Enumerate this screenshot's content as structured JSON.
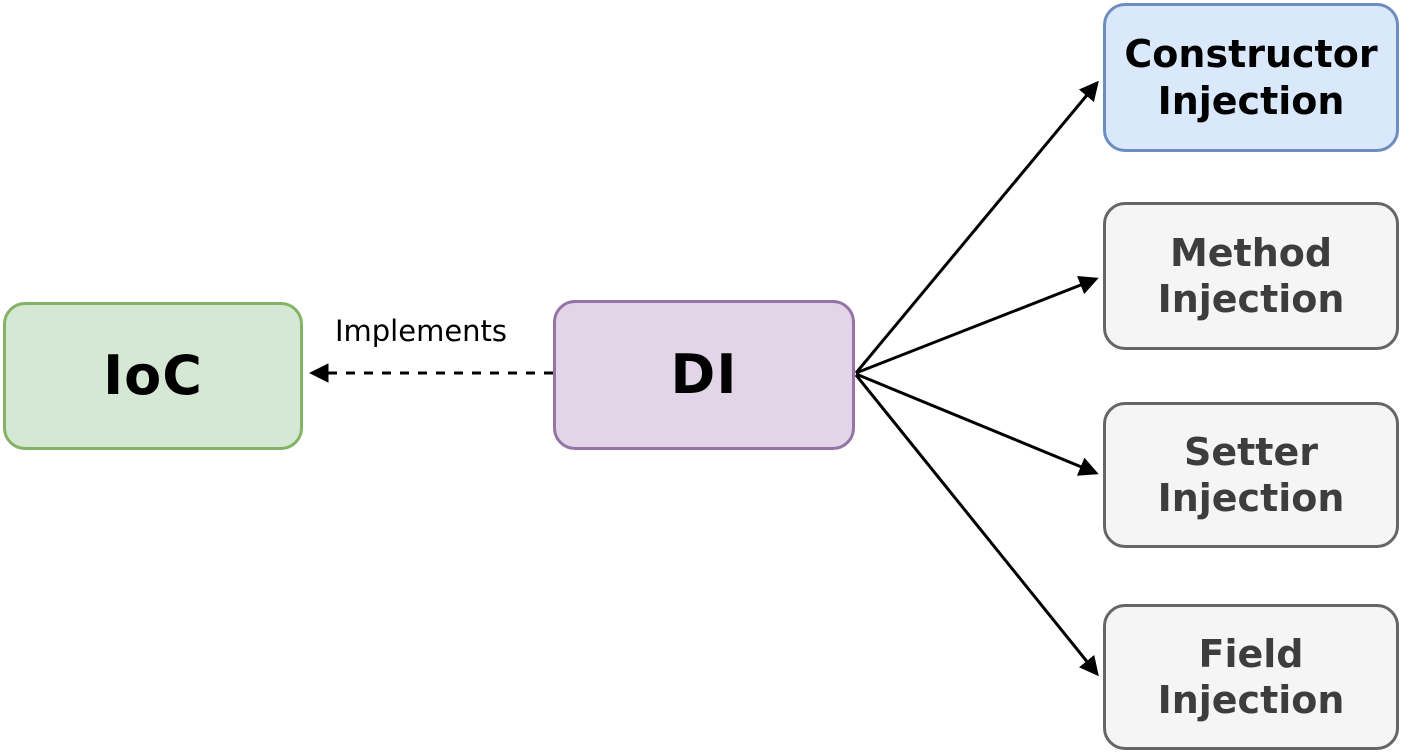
{
  "canvas": {
    "background": "#ffffff",
    "arrow_color": "#000000"
  },
  "nodes": {
    "ioc": {
      "label": "IoC",
      "fill": "#d5e8d4",
      "border": "#82b366",
      "text_color": "#000000"
    },
    "di": {
      "label": "DI",
      "fill": "#e1d5e7",
      "border": "#9673a6",
      "text_color": "#000000"
    },
    "constructor_injection": {
      "lines": [
        "Constructor",
        "Injection"
      ],
      "fill": "#dae8fc",
      "border": "#6c8ebf",
      "text_color": "#000000"
    },
    "method_injection": {
      "lines": [
        "Method",
        "Injection"
      ],
      "fill": "#f5f5f5",
      "border": "#666666",
      "text_color": "#3d3d3d"
    },
    "setter_injection": {
      "lines": [
        "Setter",
        "Injection"
      ],
      "fill": "#f5f5f5",
      "border": "#666666",
      "text_color": "#3d3d3d"
    },
    "field_injection": {
      "lines": [
        "Field",
        "Injection"
      ],
      "fill": "#f5f5f5",
      "border": "#666666",
      "text_color": "#3d3d3d"
    }
  },
  "edges": {
    "implements": {
      "label": "Implements",
      "from": "di",
      "to": "ioc",
      "style": "dashed"
    },
    "di_to_constructor": {
      "from": "di",
      "to": "constructor_injection",
      "style": "solid"
    },
    "di_to_method": {
      "from": "di",
      "to": "method_injection",
      "style": "solid"
    },
    "di_to_setter": {
      "from": "di",
      "to": "setter_injection",
      "style": "solid"
    },
    "di_to_field": {
      "from": "di",
      "to": "field_injection",
      "style": "solid"
    }
  }
}
